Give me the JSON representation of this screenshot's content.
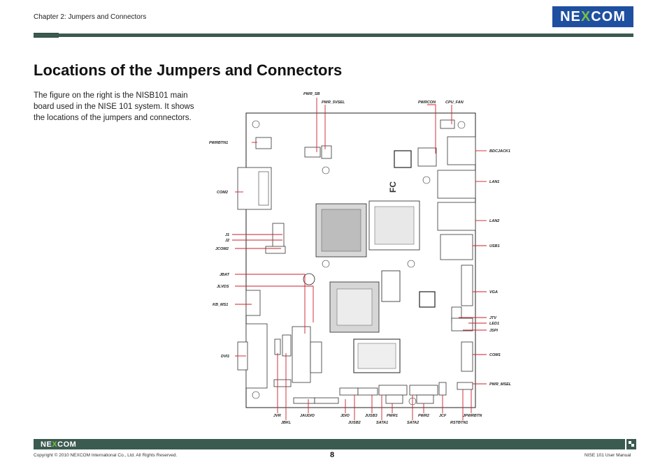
{
  "header": {
    "chapter": "Chapter 2: Jumpers and Connectors",
    "logo_prefix": "NE",
    "logo_x": "X",
    "logo_suffix": "COM"
  },
  "page": {
    "title": "Locations of the Jumpers and Connectors",
    "description": "The figure on the right is the NISB101 main board used in the NISE 101 system. It shows the locations of the jumpers and connectors."
  },
  "board_labels": {
    "pwr_sb": "PWR_SB",
    "pwr_5vsel": "PWR_5VSEL",
    "pwrcon": "PWRCON",
    "cpu_fan": "CPU_FAN",
    "pwrbtn1": "PWRBTN1",
    "com2": "COM2",
    "j1": "J1",
    "j2": "J2",
    "jcom2": "JCOM2",
    "jbat": "JBAT",
    "jlvds": "JLVDS",
    "kb_ms1": "KB_MS1",
    "dvi1": "DVI1",
    "bdcjack1": "BDCJACK1",
    "lan1": "LAN1",
    "lan2": "LAN2",
    "usb1": "USB1",
    "vga": "VGA",
    "jtv": "JTV",
    "led1": "LED1",
    "jspi": "JSPI",
    "com1": "COM1",
    "pwr_msel": "PWR_MSEL",
    "jvr": "JVR",
    "jbkl": "JBKL",
    "jaudio": "JAUDIO",
    "jdio": "JDIO",
    "jusb2": "JUSB2",
    "jusb3": "JUSB3",
    "sata1": "SATA1",
    "pwr1": "PWR1",
    "sata2": "SATA2",
    "pwr2": "PWR2",
    "jcf": "JCF",
    "rstbtn1": "RSTBTN1",
    "jpwrbtn": "JPWRBTN"
  },
  "footer": {
    "logo_prefix": "NE",
    "logo_x": "X",
    "logo_suffix": "COM",
    "copyright": "Copyright © 2010 NEXCOM International Co., Ltd. All Rights Reserved.",
    "page_number": "8",
    "manual": "NISE 101 User Manual"
  },
  "colors": {
    "bar": "#3b5a50",
    "logo_blue": "#1f4fa0",
    "logo_green": "#7ac043",
    "callout": "#cc1f2a"
  }
}
